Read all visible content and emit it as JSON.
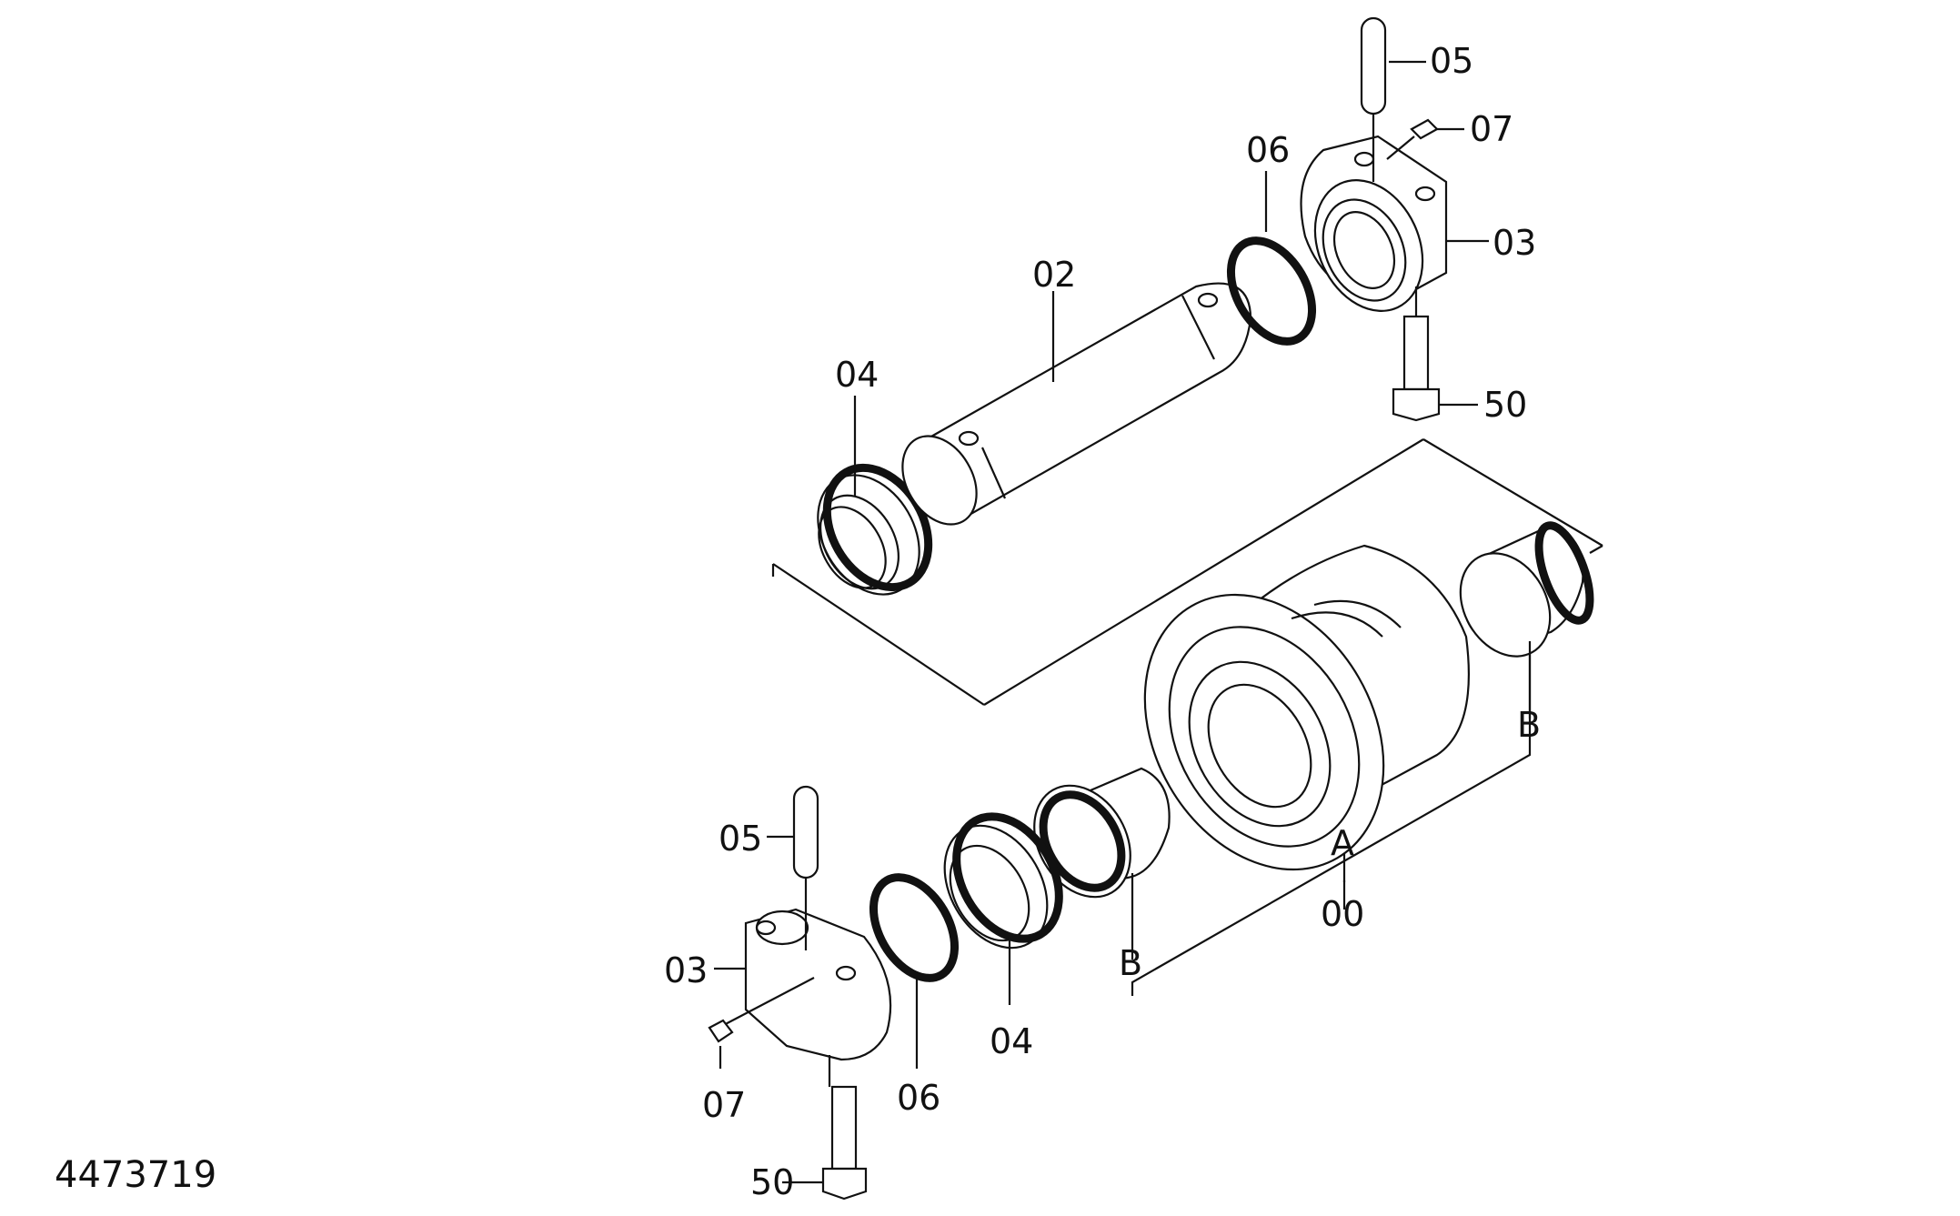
{
  "labels": {
    "p05_top": "05",
    "p07_top": "07",
    "p06_top": "06",
    "p03_top": "03",
    "p02": "02",
    "p04_top": "04",
    "p50_top": "50",
    "pB_right": "B",
    "pA": "A",
    "p00": "00",
    "pB_left": "B",
    "p05_bot": "05",
    "p03_bot": "03",
    "p07_bot": "07",
    "p06_bot": "06",
    "p04_bot": "04",
    "p50_bot": "50"
  },
  "figure_number": "4473719"
}
